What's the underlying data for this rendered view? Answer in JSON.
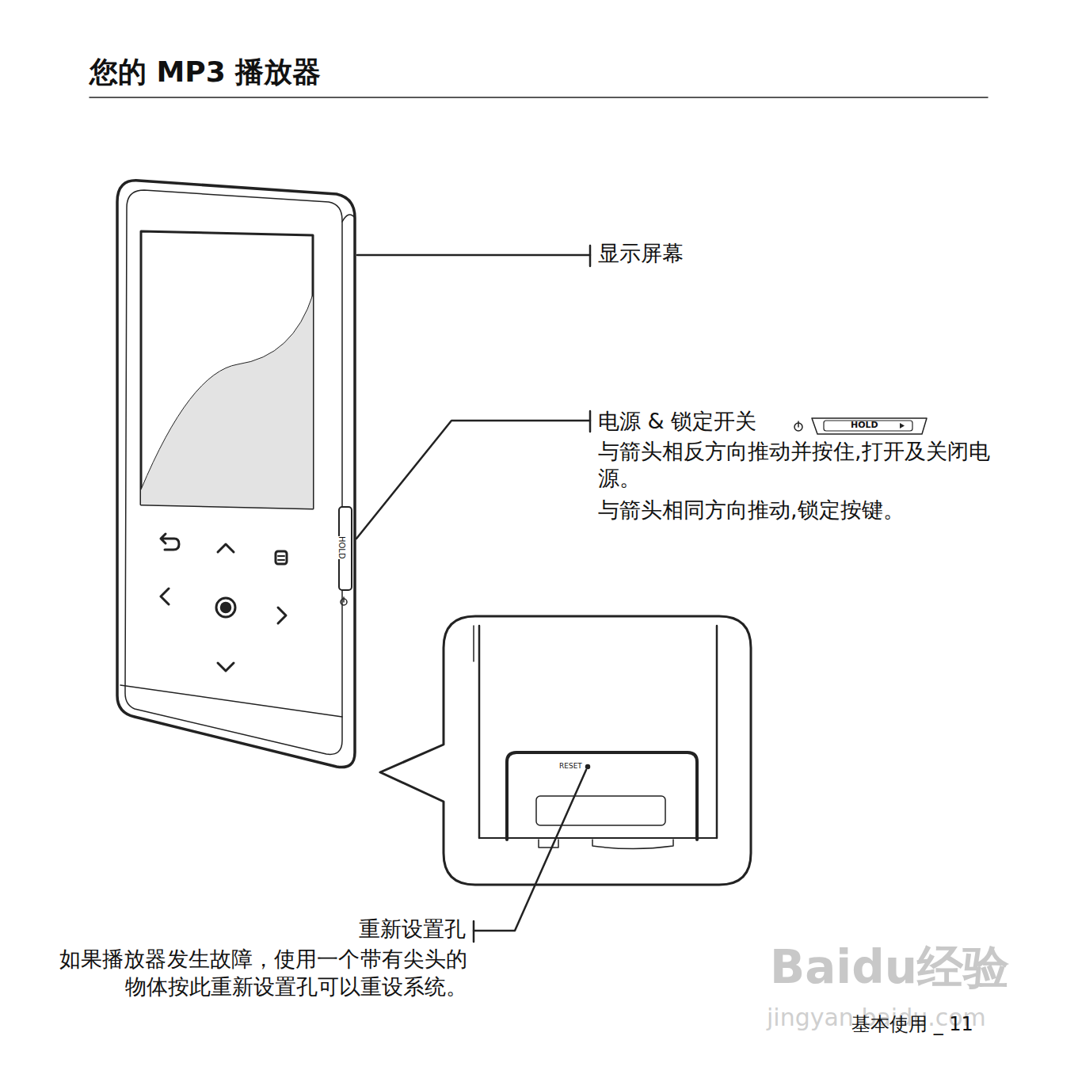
{
  "diagram": {
    "title": "您的 MP3 播放器",
    "labels": [
      "显示屏幕",
      "电源 & 锁定开关",
      "与箭头相反方向推动并按住,打开及关闭电源。",
      "与箭头相同方向推动,锁定按键。",
      "HOLD",
      "HOLD",
      "RESET",
      "重新设置孔",
      "如果播放器发生故障，使用一个带有尖头的物体按此重新设置孔可以重设系统。",
      "基本使用 _ 11",
      "Baidu经验",
      "jingyan.baidu.com"
    ]
  }
}
